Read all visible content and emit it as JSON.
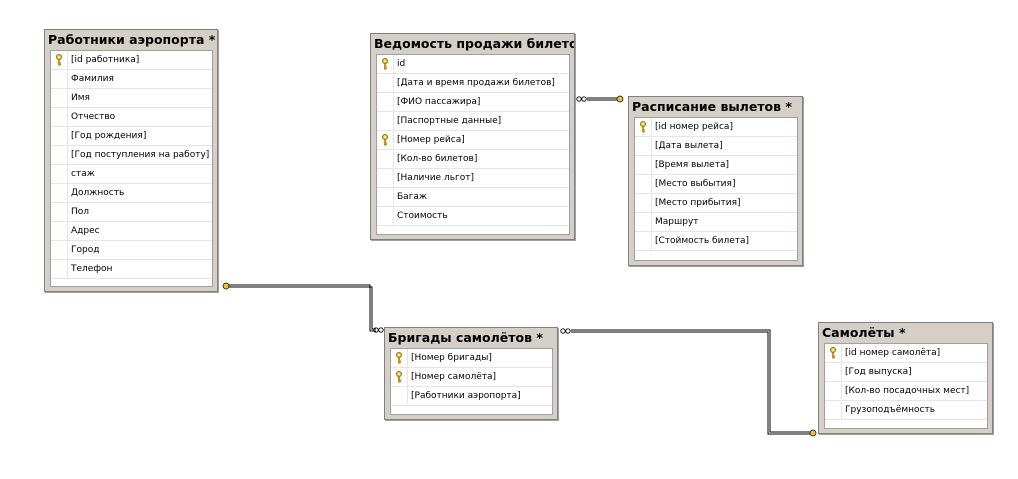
{
  "tables": {
    "employees": {
      "title": "Работники аэропорта *",
      "fields": [
        {
          "name": "[id работника]",
          "key": true
        },
        {
          "name": "Фамилия",
          "key": false
        },
        {
          "name": "Имя",
          "key": false
        },
        {
          "name": "Отчество",
          "key": false
        },
        {
          "name": "[Год рождения]",
          "key": false
        },
        {
          "name": "[Год поступления на работу]",
          "key": false
        },
        {
          "name": "стаж",
          "key": false
        },
        {
          "name": "Должность",
          "key": false
        },
        {
          "name": "Пол",
          "key": false
        },
        {
          "name": "Адрес",
          "key": false
        },
        {
          "name": "Город",
          "key": false
        },
        {
          "name": "Телефон",
          "key": false
        }
      ]
    },
    "sales": {
      "title": "Ведомость продажи билетов *",
      "fields": [
        {
          "name": "id",
          "key": true
        },
        {
          "name": "[Дата и время продажи билетов]",
          "key": false
        },
        {
          "name": "[ФИО пассажира]",
          "key": false
        },
        {
          "name": "[Паспортные данные]",
          "key": false
        },
        {
          "name": "[Номер рейса]",
          "key": true
        },
        {
          "name": "[Кол-во билетов]",
          "key": false
        },
        {
          "name": "[Наличие льгот]",
          "key": false
        },
        {
          "name": "Багаж",
          "key": false
        },
        {
          "name": "Стоимость",
          "key": false
        }
      ]
    },
    "schedule": {
      "title": "Расписание вылетов *",
      "fields": [
        {
          "name": "[id номер рейса]",
          "key": true
        },
        {
          "name": "[Дата вылета]",
          "key": false
        },
        {
          "name": "[Время вылета]",
          "key": false
        },
        {
          "name": "[Место выбытия]",
          "key": false
        },
        {
          "name": "[Место прибытия]",
          "key": false
        },
        {
          "name": "Маршрут",
          "key": false
        },
        {
          "name": "[Стоймость билета]",
          "key": false
        }
      ]
    },
    "crews": {
      "title": "Бригады самолётов *",
      "fields": [
        {
          "name": "[Номер бригады]",
          "key": true
        },
        {
          "name": "[Номер самолёта]",
          "key": true
        },
        {
          "name": "[Работники аэропорта]",
          "key": false
        }
      ]
    },
    "planes": {
      "title": "Самолёты *",
      "fields": [
        {
          "name": "[id номер самолёта]",
          "key": true
        },
        {
          "name": "[Год выпуска]",
          "key": false
        },
        {
          "name": "[Кол-во посадочных мест]",
          "key": false
        },
        {
          "name": "Грузоподъёмность",
          "key": false
        }
      ]
    }
  },
  "relationships": [
    {
      "from": "employees",
      "to": "crews",
      "one_end": "employees",
      "many_end": "crews"
    },
    {
      "from": "sales",
      "to": "schedule",
      "one_end": "schedule",
      "many_end": "sales"
    },
    {
      "from": "crews",
      "to": "planes",
      "one_end": "planes",
      "many_end": "crews"
    }
  ],
  "colors": {
    "key_icon": "#e8c23a",
    "title_bar": "#d4d0c8",
    "connector": "#000000"
  }
}
